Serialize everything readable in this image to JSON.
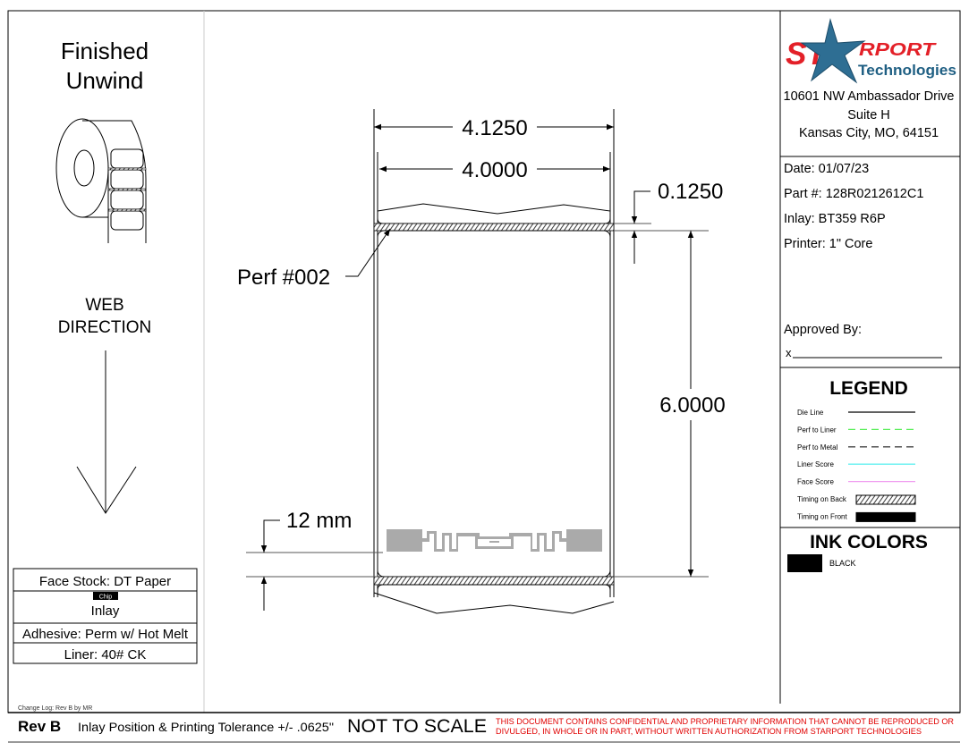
{
  "left": {
    "title_line1": "Finished",
    "title_line2": "Unwind",
    "web_line1": "WEB",
    "web_line2": "DIRECTION",
    "specs": {
      "face_stock": "Face Stock: DT Paper",
      "chip_tag": "Chip",
      "inlay": "Inlay",
      "adhesive": "Adhesive: Perm w/ Hot Melt",
      "liner": "Liner: 40# CK"
    },
    "change_log": "Change Log: Rev B by MR"
  },
  "drawing": {
    "dim_liner_width": "4.1250",
    "dim_label_width": "4.0000",
    "dim_gap": "0.1250",
    "dim_label_height": "6.0000",
    "dim_inlay_offset": "12 mm",
    "perf_label": "Perf #002"
  },
  "company": {
    "logo_text_1": "ST",
    "logo_text_2": "RPORT",
    "logo_text_3": "Technologies",
    "address_line1": "10601 NW Ambassador Drive",
    "address_line2": "Suite H",
    "address_line3": "Kansas City, MO, 64151"
  },
  "info": {
    "date": "Date: 01/07/23",
    "part": "Part #: 128R0212612C1",
    "inlay": "Inlay: BT359 R6P",
    "printer": "Printer: 1\" Core",
    "approved_by": "Approved By:",
    "signature_prefix": "x"
  },
  "legend": {
    "title": "LEGEND",
    "items": [
      {
        "label": "Die Line",
        "color": "#000000",
        "style": "solid"
      },
      {
        "label": "Perf to Liner",
        "color": "#55ee55",
        "style": "dashed"
      },
      {
        "label": "Perf to Metal",
        "color": "#444444",
        "style": "dashed"
      },
      {
        "label": "Liner Score",
        "color": "#66f0f0",
        "style": "solid"
      },
      {
        "label": "Face Score",
        "color": "#f0a0f0",
        "style": "solid"
      },
      {
        "label": "Timing on Back",
        "color": "#000000",
        "style": "hatched"
      },
      {
        "label": "Timing on Front",
        "color": "#000000",
        "style": "filled"
      }
    ]
  },
  "ink": {
    "title": "INK COLORS",
    "colors": [
      {
        "label": "BLACK",
        "color": "#000000"
      }
    ]
  },
  "footer": {
    "rev": "Rev B",
    "tolerance": "Inlay Position & Printing Tolerance +/- .0625\"",
    "not_to_scale": "NOT TO SCALE",
    "confidential_line1": "THIS DOCUMENT CONTAINS CONFIDENTIAL AND PROPRIETARY INFORMATION THAT CANNOT  BE REPRODUCED OR",
    "confidential_line2": "DIVULGED, IN WHOLE OR IN PART, WITHOUT WRITTEN    AUTHORIZATION FROM STARPORT TECHNOLOGIES",
    "confidential_color": "#e00000"
  }
}
